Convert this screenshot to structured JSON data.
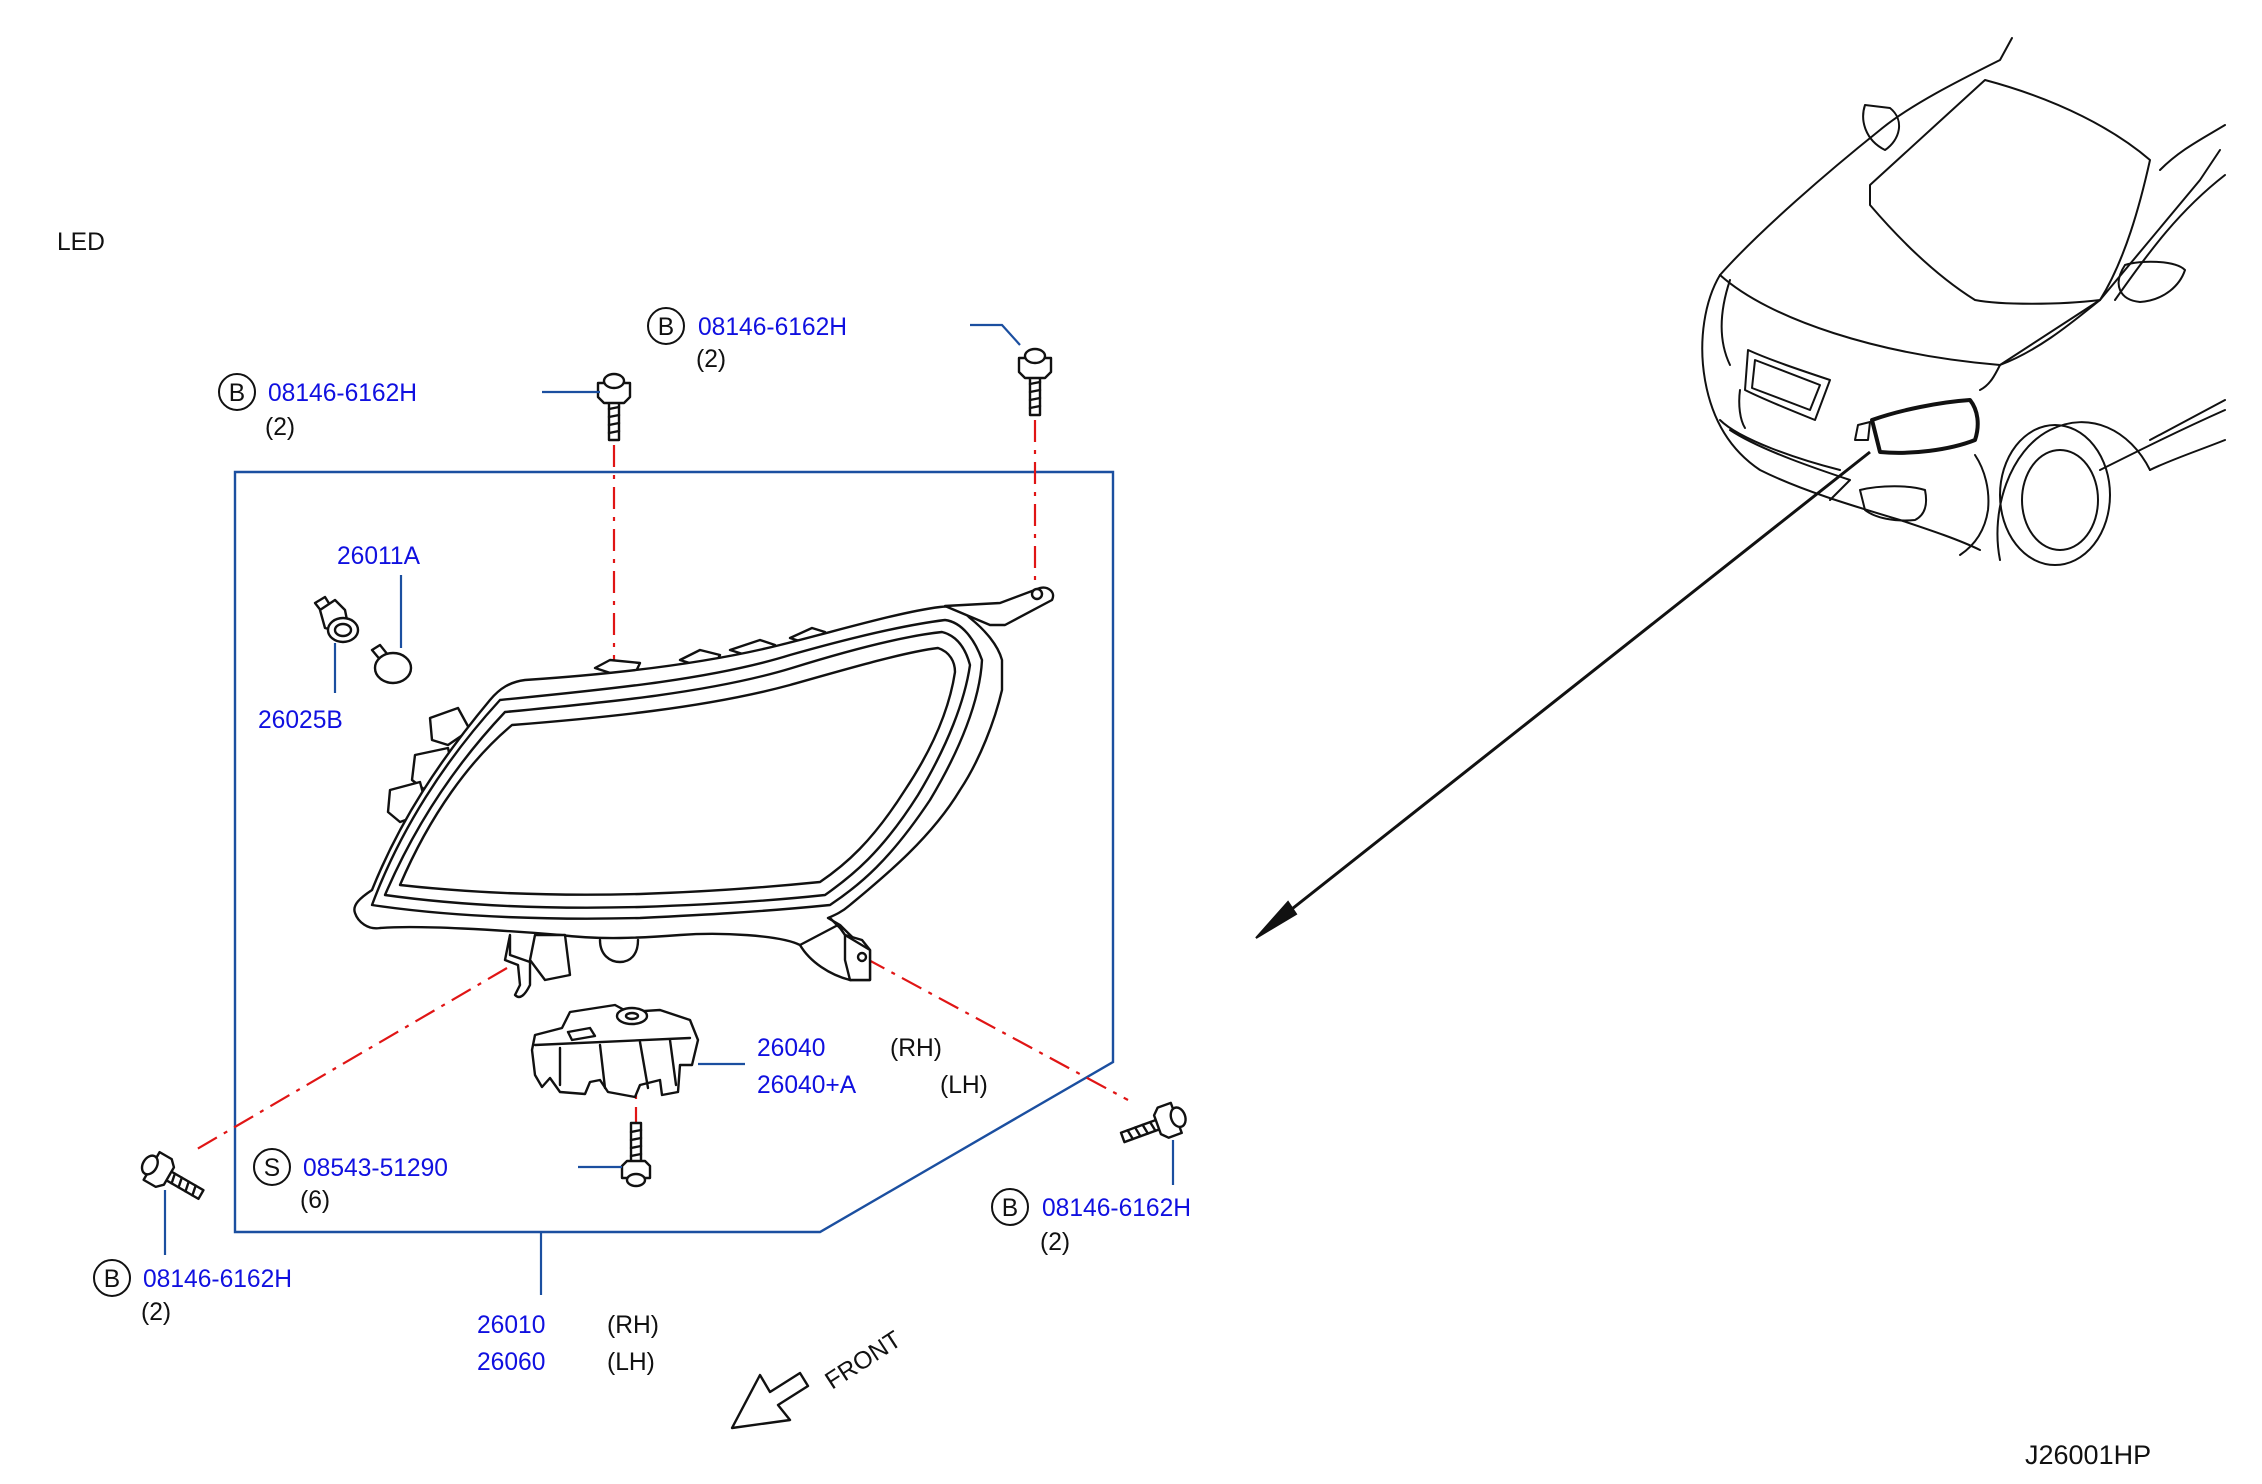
{
  "variant_label": "LED",
  "diagram_code": "J26001HP",
  "front_label": "FRONT",
  "callouts": {
    "bolt_top_left": {
      "badge": "B",
      "part": "08146-6162H",
      "qty": "(2)"
    },
    "bolt_top_right": {
      "badge": "B",
      "part": "08146-6162H",
      "qty": "(2)"
    },
    "bolt_bottom_left": {
      "badge": "B",
      "part": "08146-6162H",
      "qty": "(2)"
    },
    "bolt_bottom_right": {
      "badge": "B",
      "part": "08146-6162H",
      "qty": "(2)"
    },
    "screw": {
      "badge": "S",
      "part": "08543-51290",
      "qty": "(6)"
    },
    "bulb": {
      "part": "26011A"
    },
    "socket": {
      "part": "26025B"
    },
    "bracket": {
      "part_rh": "26040",
      "side_rh": "(RH)",
      "part_lh": "26040+A",
      "side_lh": "(LH)"
    },
    "headlamp_assembly": {
      "part_rh": "26010",
      "side_rh": "(RH)",
      "part_lh": "26060",
      "side_lh": "(LH)"
    }
  },
  "colors": {
    "part_number": "#1010e0",
    "leader": "#1b4fa0",
    "centerline": "#e01515",
    "outline": "#111111"
  }
}
